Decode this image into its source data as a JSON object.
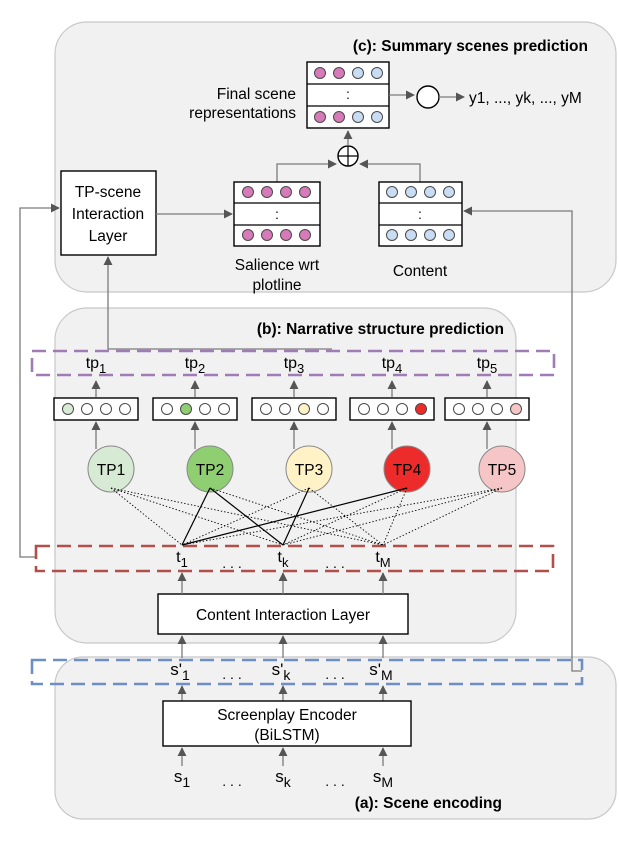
{
  "panels": {
    "c_title": "(c): Summary scenes prediction",
    "b_title": "(b): Narrative structure prediction",
    "a_title": "(a): Scene encoding"
  },
  "final_scene_label_line1": "Final scene",
  "final_scene_label_line2": "representations",
  "output": "y1, ..., yk, ..., yM",
  "tp_scene_layer": [
    "TP-scene",
    "Interaction",
    "Layer"
  ],
  "salience_label": [
    "Salience wrt",
    "plotline"
  ],
  "content_label": "Content",
  "vdots": ":",
  "tp_labels": [
    {
      "base": "tp",
      "sub": "1"
    },
    {
      "base": "tp",
      "sub": "2"
    },
    {
      "base": "tp",
      "sub": "3"
    },
    {
      "base": "tp",
      "sub": "4"
    },
    {
      "base": "tp",
      "sub": "5"
    }
  ],
  "tp_nodes": [
    "TP1",
    "TP2",
    "TP3",
    "TP4",
    "TP5"
  ],
  "t_labels": [
    {
      "base": "t",
      "sub": "1"
    },
    {
      "base": "t",
      "sub": "k"
    },
    {
      "base": "t",
      "sub": "M"
    }
  ],
  "sprime_labels": [
    {
      "base": "s'",
      "sub": "1"
    },
    {
      "base": "s'",
      "sub": "k"
    },
    {
      "base": "s'",
      "sub": "M"
    }
  ],
  "s_labels": [
    {
      "base": "s",
      "sub": "1"
    },
    {
      "base": "s",
      "sub": "k"
    },
    {
      "base": "s",
      "sub": "M"
    }
  ],
  "ellipsis": ". . .",
  "content_interaction_layer": "Content Interaction Layer",
  "encoder_line1": "Screenplay Encoder",
  "encoder_line2": "(BiLSTM)",
  "colors": {
    "pink": "#d67ab9",
    "light_blue": "#c8dcf3",
    "tp1": "#d7ead3",
    "tp2": "#8fcf72",
    "tp3": "#fff2c6",
    "tp4": "#ee2b2b",
    "tp5": "#f6c6c6",
    "dash_purple": "#9f7cb5",
    "dash_red": "#b14f4b",
    "dash_blue": "#6d8fc5"
  }
}
